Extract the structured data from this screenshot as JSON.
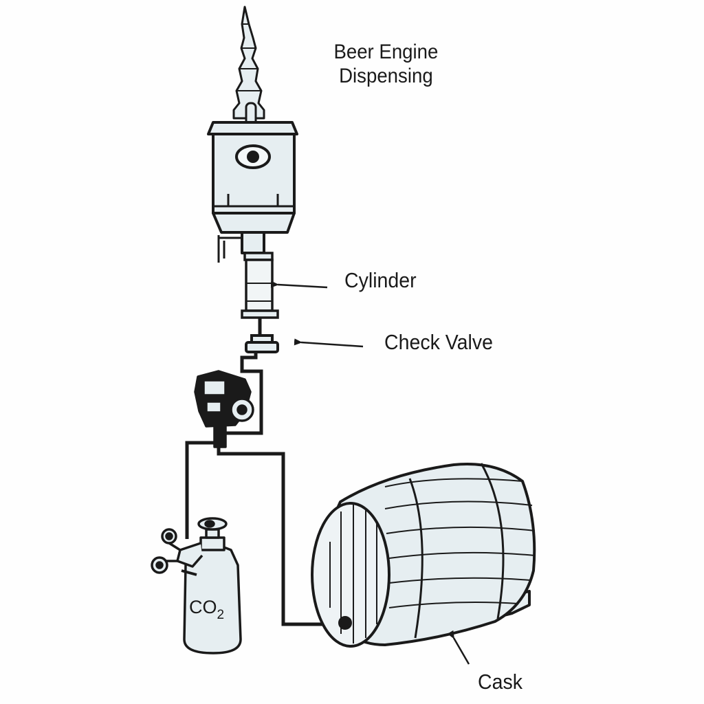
{
  "title": {
    "line1": "Beer Engine",
    "line2": "Dispensing"
  },
  "labels": {
    "cylinder": "Cylinder",
    "check_valve": "Check Valve",
    "cask": "Cask",
    "co2_main": "CO",
    "co2_sub": "2"
  },
  "colors": {
    "ink": "#1a1a1a",
    "fill": "#e6eef1",
    "background": "#fefefe"
  }
}
